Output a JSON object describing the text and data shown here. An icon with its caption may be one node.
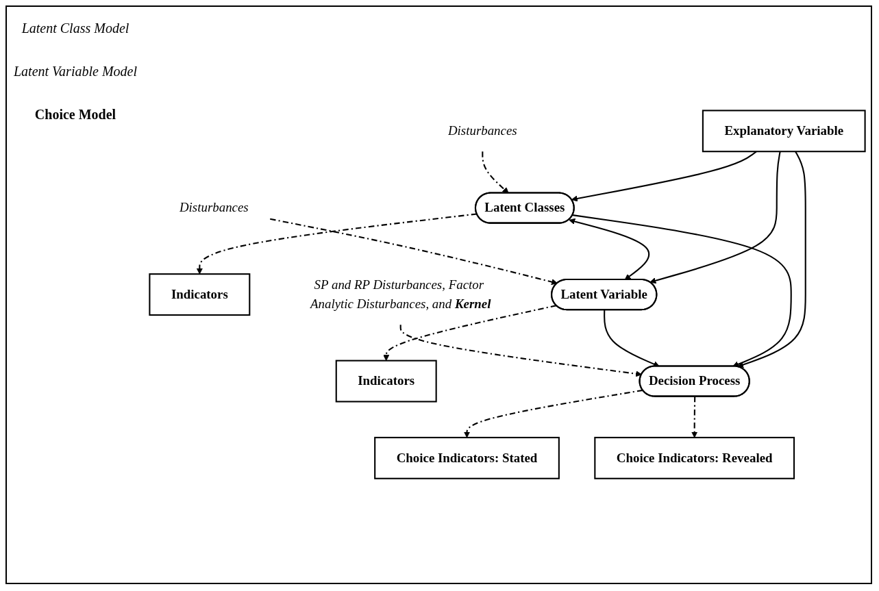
{
  "diagram": {
    "nodes": [
      {
        "text": [
          "Explanatory Variable"
        ]
      },
      {
        "text": [
          "Disturbances"
        ]
      },
      {
        "text": [
          "Disturbances"
        ]
      },
      {
        "text": [
          "Indicators"
        ]
      },
      {
        "text": [
          "Latent Classes"
        ]
      },
      {
        "text": [
          "Latent Variable"
        ]
      },
      {
        "text": [
          "Indicators"
        ]
      },
      {
        "text": [
          "SP and RP Disturbances, Factor Analytic Disturbances, and **Kernel**"
        ]
      },
      {
        "text": [
          "Decision Process"
        ]
      },
      {
        "text": [
          "Choice Indicators: Stated"
        ]
      },
      {
        "text": [
          "Choice Indicators: Revealed"
        ]
      }
    ],
    "edges": [
      {
        "from": 0,
        "to": 4,
        "arrow": "to"
      },
      {
        "from": 0,
        "to": 8,
        "arrow": "to"
      },
      {
        "from": 0,
        "to": 5,
        "arrow": "to"
      },
      {
        "from": 1,
        "to": 4,
        "arrow": "to",
        "style": "dashed"
      },
      {
        "from": 4,
        "to": 3,
        "arrow": "to",
        "style": "dashed"
      },
      {
        "from": 4,
        "to": 5,
        "arrow": "both"
      },
      {
        "from": 2,
        "to": 5,
        "arrow": "to",
        "style": "dashed"
      },
      {
        "from": 5,
        "to": 6,
        "arrow": "to",
        "style": "dashed"
      },
      {
        "from": 4,
        "to": 8,
        "arrow": "to"
      },
      {
        "from": 5,
        "to": 8,
        "arrow": "to"
      },
      {
        "from": 7,
        "to": 8,
        "arrow": "to",
        "style": "dashed"
      },
      {
        "from": 8,
        "to": 9,
        "arrow": "to",
        "style": "dashed"
      },
      {
        "from": 8,
        "to": 10,
        "arrow": "to",
        "style": "dashed"
      }
    ],
    "labels": [
      "Latent Class Model",
      "Latent Variable Model",
      "Choice Model"
    ]
  }
}
